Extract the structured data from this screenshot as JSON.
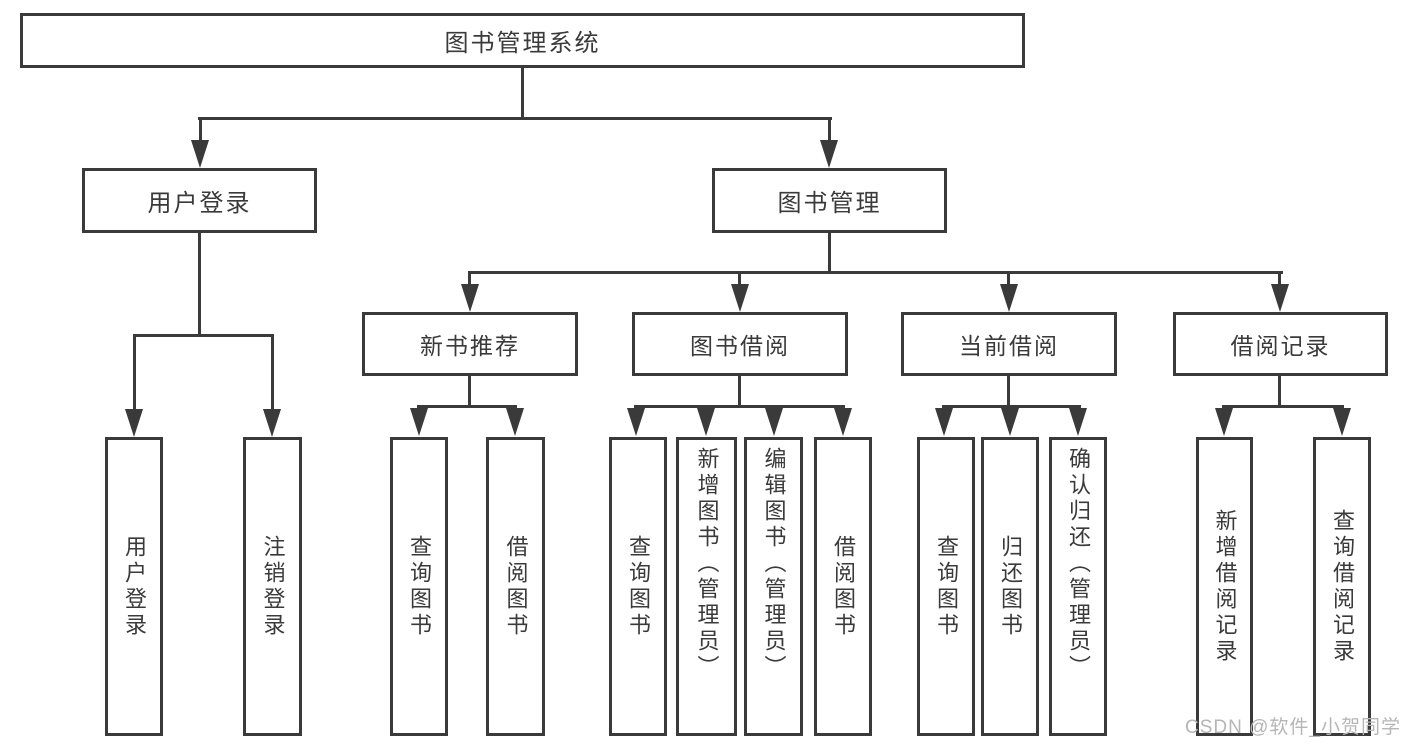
{
  "diagram": {
    "title_note": "library management system function structure chart",
    "root": {
      "label": "图书管理系统"
    },
    "level2": {
      "user_login": {
        "label": "用户登录"
      },
      "book_mgmt": {
        "label": "图书管理"
      }
    },
    "level3": {
      "new_book_recommend": {
        "label": "新书推荐"
      },
      "book_borrow": {
        "label": "图书借阅"
      },
      "current_borrow": {
        "label": "当前借阅"
      },
      "borrow_records": {
        "label": "借阅记录"
      }
    },
    "leaves": {
      "login": [
        "用户登录",
        "注销登录"
      ],
      "recommend": [
        "查询图书",
        "借阅图书"
      ],
      "borrow": [
        "查询图书",
        "新增图书（管理员）",
        "编辑图书（管理员）",
        "借阅图书"
      ],
      "current": [
        "查询图书",
        "归还图书",
        "确认归还（管理员）"
      ],
      "records": [
        "新增借阅记录",
        "查询借阅记录"
      ]
    },
    "watermark": "CSDN @软件_小贺同学",
    "colors": {
      "stroke": "#3a3a3a",
      "text": "#3a3a3a",
      "watermark": "#b6b6b6",
      "background": "#ffffff"
    }
  }
}
